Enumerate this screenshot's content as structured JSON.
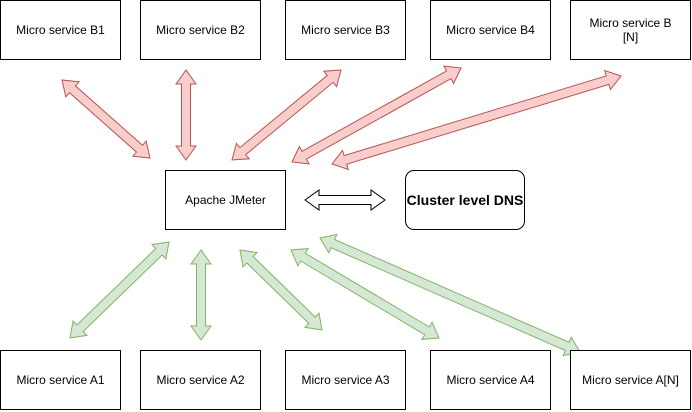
{
  "colors": {
    "b_arrow_fill": "#f8cecc",
    "b_arrow_stroke": "#b85450",
    "a_arrow_fill": "#d5e8d4",
    "a_arrow_stroke": "#82b366",
    "dns_arrow_fill": "#ffffff",
    "dns_arrow_stroke": "#000000",
    "box_border": "#000000",
    "box_fill": "#ffffff"
  },
  "nodes": {
    "jmeter": "Apache JMeter",
    "dns": "Cluster level DNS",
    "b1": "Micro service B1",
    "b2": "Micro service B2",
    "b3": "Micro service B3",
    "b4": "Micro service B4",
    "bn": "Micro service B\n[N]",
    "a1": "Micro service A1",
    "a2": "Micro service A2",
    "a3": "Micro service A3",
    "a4": "Micro service A4",
    "an": "Micro service A[N]"
  }
}
